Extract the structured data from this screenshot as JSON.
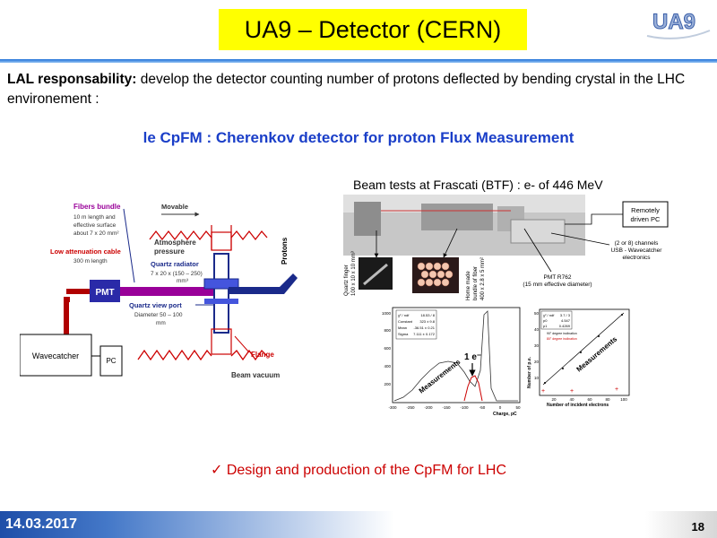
{
  "header": {
    "title": "UA9 – Detector (CERN)",
    "logo_text": "UA9"
  },
  "intro": {
    "bold": "LAL responsability:",
    "text": " develop the detector counting number of protons deflected by bending crystal in the LHC environement :"
  },
  "subtitle": "le CpFM : Cherenkov detector for proton Flux Measurement",
  "diagram": {
    "fibers_title": "Fibers bundle",
    "fibers_desc1": "10 m length and",
    "fibers_desc2": "effective surface",
    "fibers_desc3": "about 7 x 20 mm²",
    "movable": "Movable",
    "atmosphere1": "Atmosphere",
    "atmosphere2": "pressure",
    "quartz_radiator": "Quartz radiator",
    "quartz_radiator_desc1": "7 x 20 x (150 – 250)",
    "quartz_radiator_desc2": "mm³",
    "low_att_cable": "Low attenuation cable",
    "low_att_desc": "300 m length",
    "pmt": "PMT",
    "quartz_viewport": "Quartz view port",
    "viewport_desc1": "Diameter 50 – 100",
    "viewport_desc2": "mm",
    "protons": "Protons",
    "flange": "Flange",
    "beam_vacuum": "Beam vacuum",
    "wavecatcher": "Wavecatcher",
    "pc": "PC"
  },
  "btf": {
    "title": "Beam tests at Frascati (BTF) : e- of 446 MeV",
    "remotely1": "Remotely",
    "remotely2": "driven PC",
    "channels1": "(2 or 8) channels",
    "channels2": "USB - Wavecatcher",
    "channels3": "electronics",
    "quartz_finger1": "Quartz finger",
    "quartz_finger2": "100 x 10 x 10 mm³",
    "home_made1": "Home made",
    "home_made2": "bundle of fiber",
    "home_made3": "400 x 2.8 x 5 mm²",
    "pmt_r762_1": "PMT R762",
    "pmt_r762_2": "(15 mm effective diameter)"
  },
  "plot1": {
    "stats": [
      "χ² / ndf",
      "Constant",
      "Mean",
      "Sigma"
    ],
    "stat_values": [
      "18.53 / 8",
      "323 ± 9.8",
      "-36.51 ± 0.21",
      "7.111 ± 0.172"
    ],
    "yticks": [
      "1000",
      "800",
      "600",
      "400",
      "200"
    ],
    "xticks": [
      "-300",
      "-250",
      "-200",
      "-150",
      "-100",
      "-50",
      "0",
      "50"
    ],
    "xlabel": "Charge, pC",
    "measurements": "Measurements",
    "annot": "1 e⁻"
  },
  "plot2": {
    "stats": [
      "χ² / ndf",
      "p0",
      "p1"
    ],
    "stat_values": [
      "3.7 / 3",
      "4.547",
      "0.4269"
    ],
    "legend1": "90° degree inclination",
    "legend2": "80° degree inclination",
    "ylabel": "Number of p.e.",
    "xlabel": "Number of incident electrons",
    "xticks": [
      "20",
      "40",
      "60",
      "80",
      "100"
    ],
    "yticks": [
      "10",
      "20",
      "30",
      "40",
      "50"
    ],
    "measurements": "Measurements"
  },
  "bottom_line": "Design and production of the CpFM for LHC",
  "footer": {
    "date": "14.03.2017",
    "page": "18"
  },
  "colors": {
    "title_bg": "#ffff00",
    "subtitle": "#1a3ec8",
    "bottom_line": "#cc0000",
    "fiber": "#990099",
    "beam": "#1a2a8a"
  }
}
